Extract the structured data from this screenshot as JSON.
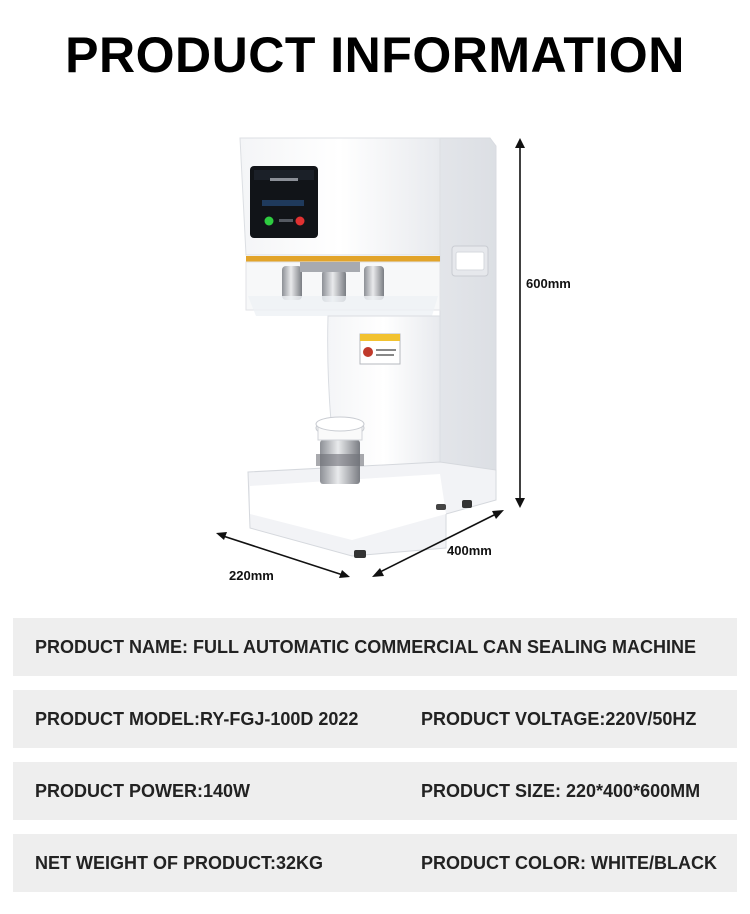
{
  "header": {
    "title": "PRODUCT INFORMATION"
  },
  "dimensions": {
    "height": "600mm",
    "depth": "400mm",
    "width": "220mm"
  },
  "specs": {
    "name": "PRODUCT NAME: FULL AUTOMATIC COMMERCIAL CAN SEALING MACHINE",
    "model": "PRODUCT MODEL:RY-FGJ-100D 2022",
    "voltage": "PRODUCT VOLTAGE:220V/50HZ",
    "power": "PRODUCT POWER:140W",
    "size": "PRODUCT SIZE: 220*400*600MM",
    "weight": "NET WEIGHT OF PRODUCT:32KG",
    "color": "PRODUCT COLOR: WHITE/BLACK"
  },
  "colors": {
    "row_background": "#eeeeee",
    "machine_body": "#ffffff",
    "accent_gold": "#e2a42a"
  }
}
